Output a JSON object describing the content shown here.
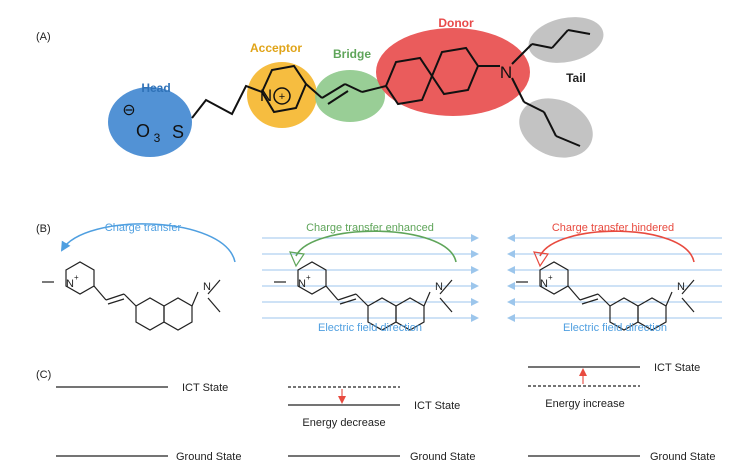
{
  "panel_a": {
    "label": "(A)",
    "head": "Head",
    "acceptor": "Acceptor",
    "bridge": "Bridge",
    "donor": "Donor",
    "tail": "Tail",
    "sulfonate_minus": "⊖",
    "sulfonate_o3": "O",
    "sulfonate_sub": "3",
    "sulfonate_s": "S",
    "pyridinium_n": "N",
    "pyridinium_plus": "+",
    "amine_n": "N"
  },
  "panel_b": {
    "label": "(B)",
    "molecule_left_label": "N",
    "molecule_left_plus": "+",
    "molecule_right_label": "N",
    "molecule_1_caption": "Charge transfer",
    "molecule_2_caption": "Charge transfer enhanced",
    "molecule_3_caption": "Charge transfer hindered",
    "field_label_2": "Electric field direction",
    "field_label_3": "Electric field direction"
  },
  "panel_c": {
    "label": "(C)",
    "col1_ict": "ICT State",
    "col1_ground": "Ground State",
    "col2_ict": "ICT State",
    "col2_note": "Energy decrease",
    "col2_ground": "Ground State",
    "col3_ict": "ICT State",
    "col3_note": "Energy increase",
    "col3_ground": "Ground State"
  },
  "colors": {
    "head": "#3f86d0",
    "acceptor": "#f5b62b",
    "bridge": "#8ec98b",
    "donor": "#e84a4a",
    "tail": "#b8b8b8",
    "enhanced": "#5fa55a",
    "hindered": "#e84a3f",
    "transfer": "#4f9fe0",
    "field": "#9cc6ec"
  }
}
